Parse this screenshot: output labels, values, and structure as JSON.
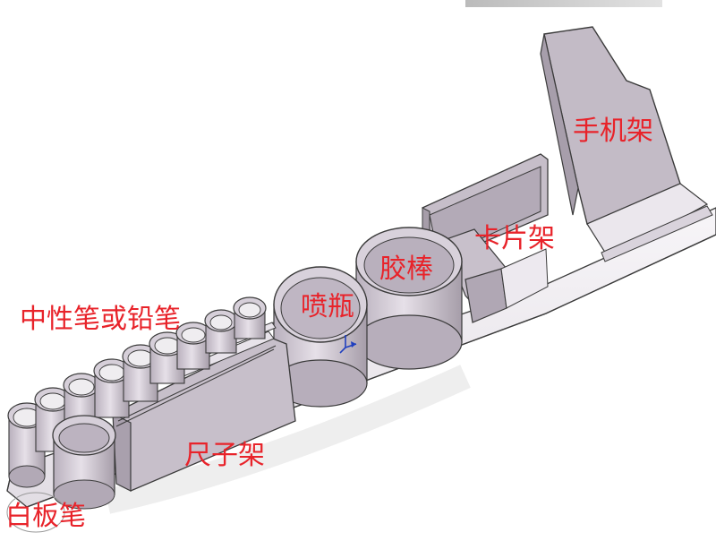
{
  "labels": {
    "phone_holder": "手机架",
    "card_holder": "卡片架",
    "glue_stick": "胶棒",
    "spray_bottle": "喷瓶",
    "gel_pen_or_pencil": "中性笔或铅笔",
    "ruler_holder": "尺子架",
    "whiteboard_marker": "白板笔"
  },
  "colors": {
    "label_text": "#e8232a",
    "part_face": "#c9c1cc",
    "part_face_dark": "#a79eab",
    "part_light": "#e7e2e9",
    "edge": "#3b3b3b",
    "base": "#f4f2f5",
    "triad": "#1f3fbf"
  },
  "icons": {
    "origin": "coordinate-triad-icon"
  }
}
